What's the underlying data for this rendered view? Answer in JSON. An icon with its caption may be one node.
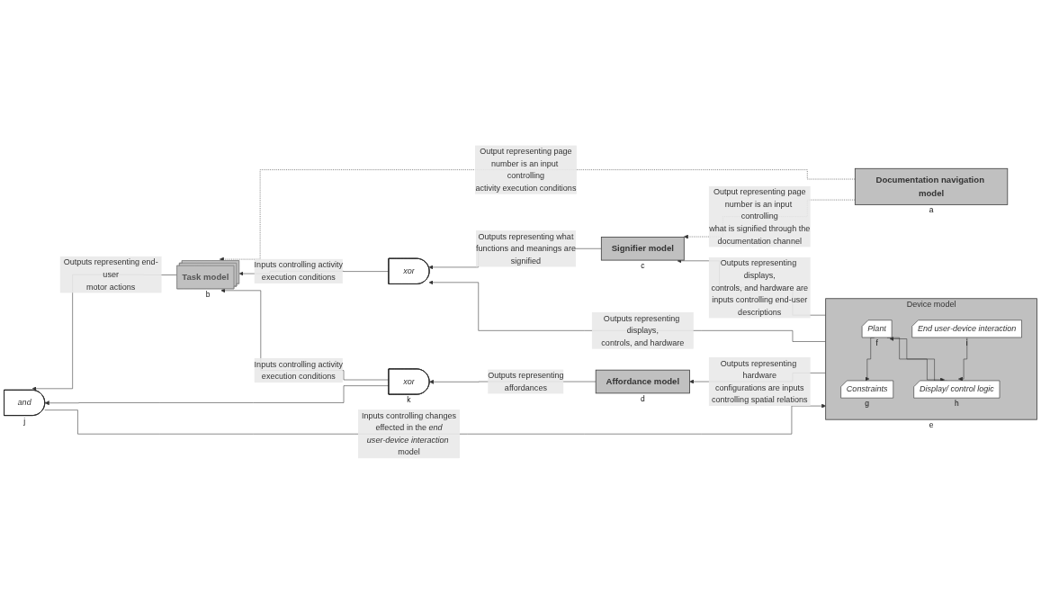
{
  "diagram": {
    "nodes": [
      {
        "text": [
          "Documentation navigation model"
        ],
        "beside": [
          "a"
        ]
      },
      {
        "text": [
          "Task model"
        ],
        "beside": [
          "b"
        ]
      },
      {
        "text": [
          "Signifier model"
        ],
        "beside": [
          "c"
        ]
      },
      {
        "text": [
          "xor"
        ]
      },
      {
        "text": [
          "and"
        ],
        "beside": [
          "j"
        ]
      },
      {
        "text": [
          "xor"
        ],
        "beside": [
          "k"
        ]
      },
      {
        "text": [
          "Device model"
        ],
        "beside": [
          "e"
        ]
      },
      {
        "text": [
          "Constraints"
        ],
        "beside": [
          "g"
        ],
        "in": 6
      },
      {
        "text": [
          "Plant"
        ],
        "beside": [
          "f"
        ],
        "in": 6
      },
      {
        "text": [
          "Display/ control logic"
        ],
        "beside": [
          "h"
        ],
        "in": 6
      },
      {
        "text": [
          "End user-device interaction"
        ],
        "beside": [
          "i"
        ],
        "in": 6
      },
      {
        "text": [
          "Affordance model"
        ],
        "beside": [
          "d"
        ]
      }
    ],
    "edges": [
      {
        "from": 0,
        "to": 2,
        "arrow": "to",
        "style": "dashed",
        "label": "Output representing page number is an input controlling what is signified through the documentation channel"
      },
      {
        "from": 0,
        "to": 1,
        "arrow": "to",
        "style": "dashed",
        "label": "Output representing page number is an input controlling activity execution conditions"
      },
      {
        "from": 6,
        "to": 2,
        "arrow": "to",
        "label": "Outputs representing displays, controls, and hardware are inputs controlling end-user descriptions"
      },
      {
        "from": 2,
        "to": 3,
        "arrow": "to",
        "label": "Outputs representing what functions and meanings are signified"
      },
      {
        "from": 6,
        "to": 3,
        "arrow": "to",
        "label": "Outputs representing displays, controls, and hardware"
      },
      {
        "from": 3,
        "to": 1,
        "arrow": "to",
        "label": "Inputs controlling activity execution conditions"
      },
      {
        "from": 1,
        "to": 4,
        "arrow": "to",
        "label": "Outputs representing end-user motor actions"
      },
      {
        "from": 4,
        "to": 6,
        "arrow": "to",
        "label": "Inputs controlling changes effected in the *end user-device interaction* model"
      },
      {
        "from": 5,
        "to": 4,
        "arrow": "to"
      },
      {
        "from": 5,
        "to": 1,
        "arrow": "to",
        "label": "Inputs controlling activity execution conditions"
      },
      {
        "from": 11,
        "to": 5,
        "arrow": "to",
        "label": "Outputs representing affordances"
      },
      {
        "from": 6,
        "to": 11,
        "arrow": "to",
        "label": "Outputs representing hardware configurations are inputs controlling spatial relations"
      },
      {
        "from": 8,
        "to": 7,
        "arrow": "to"
      },
      {
        "from": 9,
        "to": 8,
        "arrow": "to"
      },
      {
        "from": 8,
        "to": 9,
        "arrow": "to"
      },
      {
        "from": 10,
        "to": 9,
        "arrow": "to"
      }
    ]
  }
}
